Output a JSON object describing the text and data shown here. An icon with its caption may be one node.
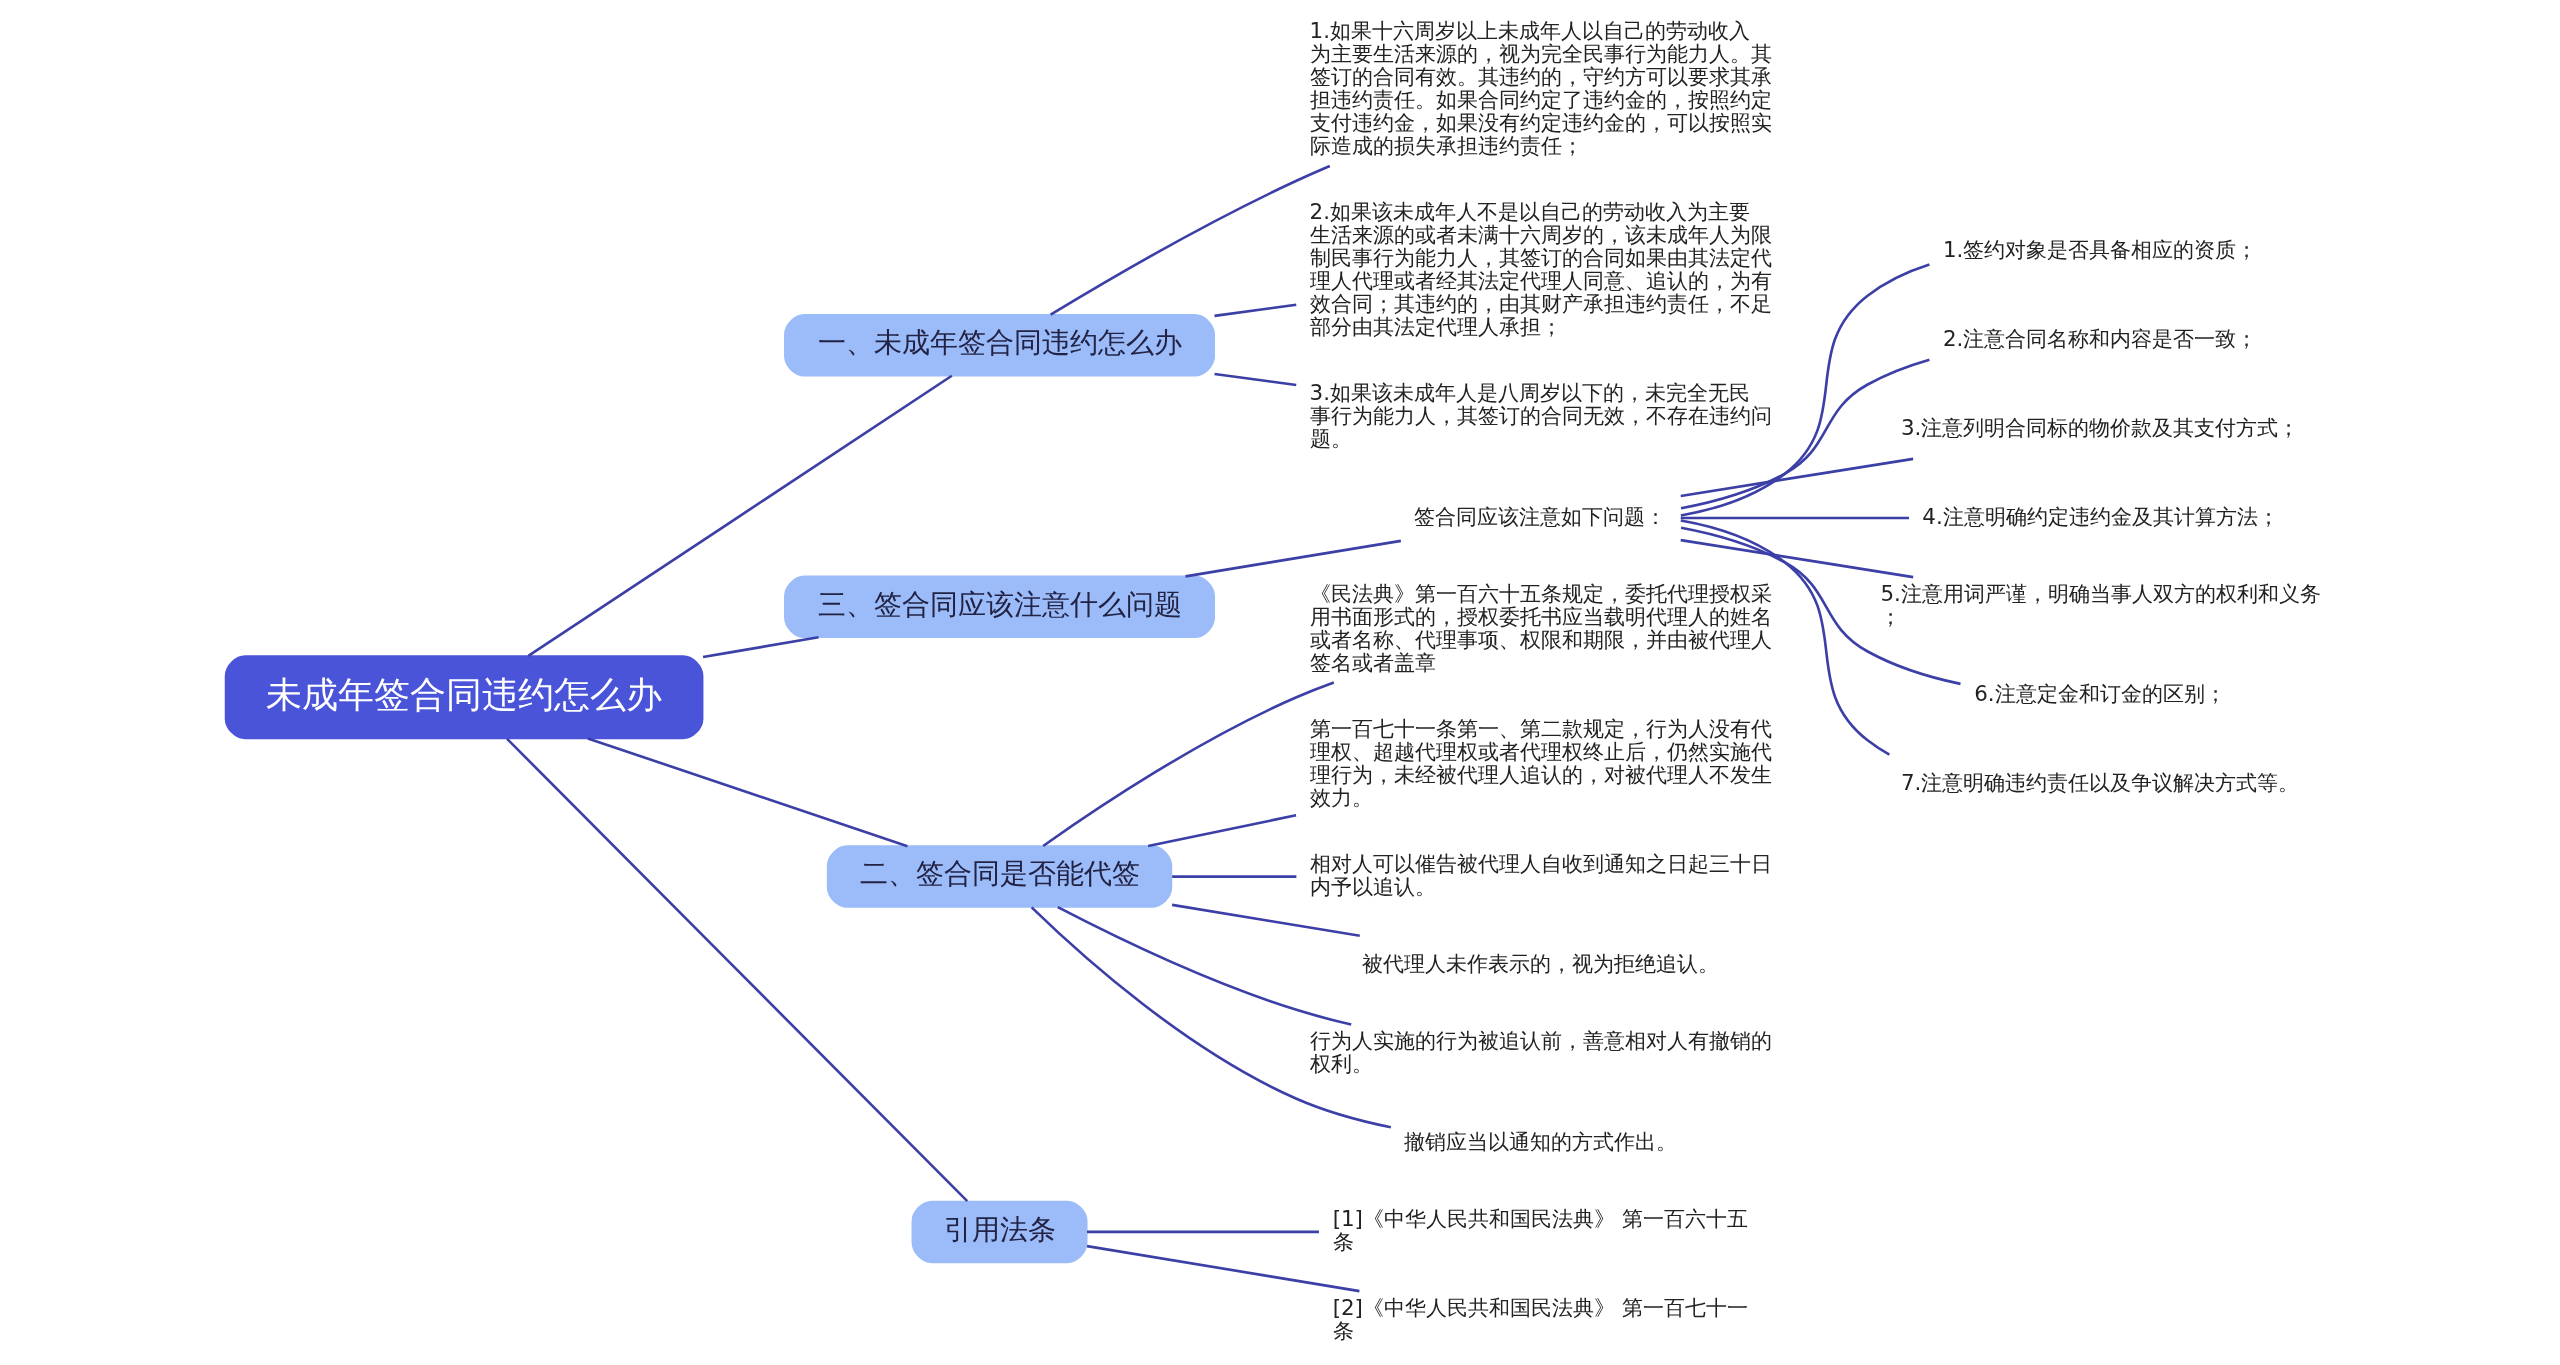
{
  "diagram": {
    "nodes": [
      {
        "text": [
          "未成年签合同违约怎么办"
        ]
      },
      {
        "text": [
          "一、未成年签合同违约怎么办"
        ]
      },
      {
        "text": [
          "1.如果十六周岁以上未成年人以自己的劳动收入为主要生活来源的，视为完全民事行为能力人。其签订的合同有效。其违约的，守约方可以要求其承担违约责任。如果合同约定了违约金的，按照约定支付违约金，如果没有约定违约金的，可以按照实际造成的损失承担违约责任；"
        ]
      },
      {
        "text": [
          "2.如果该未成年人不是以自己的劳动收入为主要生活来源的或者未满十六周岁的，该未成年人为限制民事行为能力人，其签订的合同如果由其法定代理人代理或者经其法定代理人同意、追认的，为有效合同；其违约的，由其财产承担违约责任，不足部分由其法定代理人承担；"
        ]
      },
      {
        "text": [
          "3.如果该未成年人是八周岁以下的，未完全无民事行为能力人，其签订的合同无效，不存在违约问题。"
        ]
      },
      {
        "text": [
          "三、签合同应该注意什么问题"
        ]
      },
      {
        "text": [
          "签合同应该注意如下问题："
        ]
      },
      {
        "text": [
          "1.签约对象是否具备相应的资质；"
        ]
      },
      {
        "text": [
          "2.注意合同名称和内容是否一致；"
        ]
      },
      {
        "text": [
          "3.注意列明合同标的物价款及其支付方式；"
        ]
      },
      {
        "text": [
          "4.注意明确约定违约金及其计算方法；"
        ]
      },
      {
        "text": [
          "5.注意用词严谨，明确当事人双方的权利和义务；"
        ]
      },
      {
        "text": [
          "6.注意定金和订金的区别；"
        ]
      },
      {
        "text": [
          "7.注意明确违约责任以及争议解决方式等。"
        ]
      },
      {
        "text": [
          "二、签合同是否能代签"
        ]
      },
      {
        "text": [
          "《民法典》第一百六十五条规定，委托代理授权采用书面形式的，授权委托书应当载明代理人的姓名或者名称、代理事项、权限和期限，并由被代理人签名或者盖章"
        ]
      },
      {
        "text": [
          "第一百七十一条第一、第二款规定，行为人没有代理权、超越代理权或者代理权终止后，仍然实施代理行为，未经被代理人追认的，对被代理人不发生效力。"
        ]
      },
      {
        "text": [
          "相对人可以催告被代理人自收到通知之日起三十日内予以追认。"
        ]
      },
      {
        "text": [
          "被代理人未作表示的，视为拒绝追认。"
        ]
      },
      {
        "text": [
          "行为人实施的行为被追认前，善意相对人有撤销的权利。"
        ]
      },
      {
        "text": [
          "撤销应当以通知的方式作出。"
        ]
      },
      {
        "text": [
          "引用法条"
        ]
      },
      {
        "text": [
          "[1]《中华人民共和国民法典》 第一百六十五条"
        ]
      },
      {
        "text": [
          "[2]《中华人民共和国民法典》 第一百七十一条"
        ]
      }
    ],
    "edges": [
      {
        "from": 0,
        "to": 1,
        "arrow": "none"
      },
      {
        "from": 1,
        "to": 2,
        "arrow": "none"
      },
      {
        "from": 1,
        "to": 3,
        "arrow": "none"
      },
      {
        "from": 1,
        "to": 4,
        "arrow": "none"
      },
      {
        "from": 0,
        "to": 5,
        "arrow": "none"
      },
      {
        "from": 5,
        "to": 6,
        "arrow": "none"
      },
      {
        "from": 6,
        "to": 7,
        "arrow": "none"
      },
      {
        "from": 6,
        "to": 8,
        "arrow": "none"
      },
      {
        "from": 6,
        "to": 9,
        "arrow": "none"
      },
      {
        "from": 6,
        "to": 10,
        "arrow": "none"
      },
      {
        "from": 6,
        "to": 11,
        "arrow": "none"
      },
      {
        "from": 6,
        "to": 12,
        "arrow": "none"
      },
      {
        "from": 6,
        "to": 13,
        "arrow": "none"
      },
      {
        "from": 0,
        "to": 14,
        "arrow": "none"
      },
      {
        "from": 14,
        "to": 15,
        "arrow": "none"
      },
      {
        "from": 14,
        "to": 16,
        "arrow": "none"
      },
      {
        "from": 14,
        "to": 17,
        "arrow": "none"
      },
      {
        "from": 14,
        "to": 18,
        "arrow": "none"
      },
      {
        "from": 14,
        "to": 19,
        "arrow": "none"
      },
      {
        "from": 14,
        "to": 20,
        "arrow": "none"
      },
      {
        "from": 0,
        "to": 21,
        "arrow": "none"
      },
      {
        "from": 21,
        "to": 22,
        "arrow": "none"
      },
      {
        "from": 21,
        "to": 23,
        "arrow": "none"
      }
    ]
  }
}
